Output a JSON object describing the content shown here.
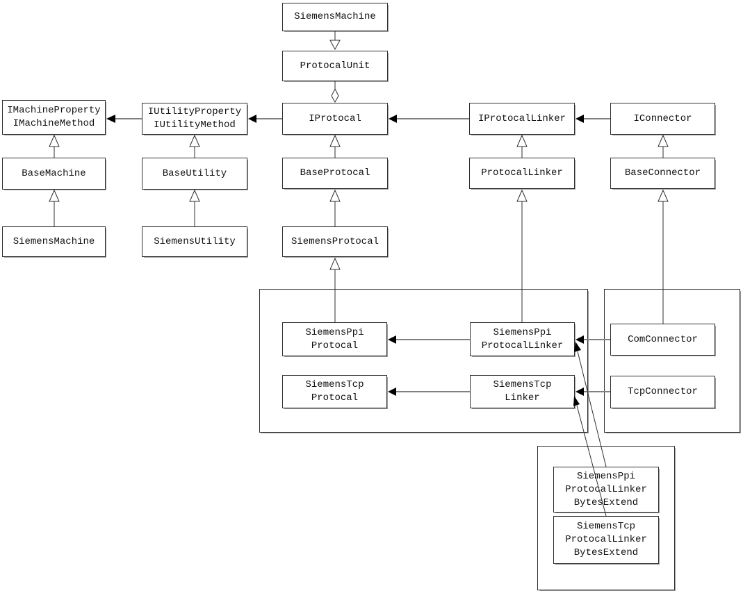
{
  "diagram": {
    "type": "uml-class-diagram",
    "background": "#ffffff",
    "colors": {
      "box_border": "#2f2f2f",
      "box_shadow": "#9a9a9a",
      "generalization_line": "#2f2f2f",
      "association_line": "#808080",
      "arrow_fill": "#000000"
    },
    "nodes": {
      "siemens_machine_top": {
        "label": "SiemensMachine"
      },
      "protocal_unit": {
        "label": "ProtocalUnit"
      },
      "imachine": {
        "label": "IMachineProperty\nIMachineMethod"
      },
      "iutility": {
        "label": "IUtilityProperty\nIUtilityMethod"
      },
      "iprotocal": {
        "label": "IProtocal"
      },
      "iprotocal_linker": {
        "label": "IProtocalLinker"
      },
      "iconnector": {
        "label": "IConnector"
      },
      "base_machine": {
        "label": "BaseMachine"
      },
      "base_utility": {
        "label": "BaseUtility"
      },
      "base_protocal": {
        "label": "BaseProtocal"
      },
      "protocal_linker": {
        "label": "ProtocalLinker"
      },
      "base_connector": {
        "label": "BaseConnector"
      },
      "siemens_machine": {
        "label": "SiemensMachine"
      },
      "siemens_utility": {
        "label": "SiemensUtility"
      },
      "siemens_protocal": {
        "label": "SiemensProtocal"
      },
      "siemens_ppi_protocal": {
        "label": "SiemensPpi\nProtocal"
      },
      "siemens_ppi_protocal_linker": {
        "label": "SiemensPpi\nProtocalLinker"
      },
      "siemens_tcp_protocal": {
        "label": "SiemensTcp\nProtocal"
      },
      "siemens_tcp_linker": {
        "label": "SiemensTcp\nLinker"
      },
      "com_connector": {
        "label": "ComConnector"
      },
      "tcp_connector": {
        "label": "TcpConnector"
      },
      "ppi_bytes_extend": {
        "label": "SiemensPpi\nProtocalLinker\nBytesExtend"
      },
      "tcp_bytes_extend": {
        "label": "SiemensTcp\nProtocalLinker\nBytesExtend"
      }
    },
    "edges": [
      {
        "from": "SiemensMachine",
        "to": "ProtocalUnit",
        "type": "generalization-down"
      },
      {
        "from": "ProtocalUnit",
        "to": "IProtocal",
        "type": "aggregation"
      },
      {
        "from": "IUtilityProperty/IUtilityMethod",
        "to": "IMachineProperty/IMachineMethod",
        "type": "association"
      },
      {
        "from": "IProtocal",
        "to": "IUtilityProperty/IUtilityMethod",
        "type": "association"
      },
      {
        "from": "IProtocalLinker",
        "to": "IProtocal",
        "type": "association"
      },
      {
        "from": "IConnector",
        "to": "IProtocalLinker",
        "type": "association"
      },
      {
        "from": "BaseMachine",
        "to": "IMachineProperty/IMachineMethod",
        "type": "generalization"
      },
      {
        "from": "SiemensMachine",
        "to": "BaseMachine",
        "type": "generalization"
      },
      {
        "from": "BaseUtility",
        "to": "IUtilityProperty/IUtilityMethod",
        "type": "generalization"
      },
      {
        "from": "SiemensUtility",
        "to": "BaseUtility",
        "type": "generalization"
      },
      {
        "from": "BaseProtocal",
        "to": "IProtocal",
        "type": "generalization"
      },
      {
        "from": "SiemensProtocal",
        "to": "BaseProtocal",
        "type": "generalization"
      },
      {
        "from": "SiemensPpiProtocal",
        "to": "SiemensProtocal",
        "type": "generalization"
      },
      {
        "from": "ProtocalLinker",
        "to": "IProtocalLinker",
        "type": "generalization"
      },
      {
        "from": "SiemensPpiProtocalLinker",
        "to": "ProtocalLinker",
        "type": "generalization"
      },
      {
        "from": "BaseConnector",
        "to": "IConnector",
        "type": "generalization"
      },
      {
        "from": "ComConnector",
        "to": "BaseConnector",
        "type": "generalization"
      },
      {
        "from": "SiemensPpiProtocalLinker",
        "to": "SiemensPpiProtocal",
        "type": "association"
      },
      {
        "from": "SiemensTcpLinker",
        "to": "SiemensTcpProtocal",
        "type": "association"
      },
      {
        "from": "ComConnector",
        "to": "SiemensPpiProtocalLinker",
        "type": "association"
      },
      {
        "from": "TcpConnector",
        "to": "SiemensTcpLinker",
        "type": "association"
      },
      {
        "from": "SiemensPpiProtocalLinkerBytesExtend",
        "to": "SiemensPpiProtocalLinker",
        "type": "association"
      },
      {
        "from": "SiemensTcpProtocalLinkerBytesExtend",
        "to": "SiemensTcpLinker",
        "type": "association"
      }
    ]
  }
}
